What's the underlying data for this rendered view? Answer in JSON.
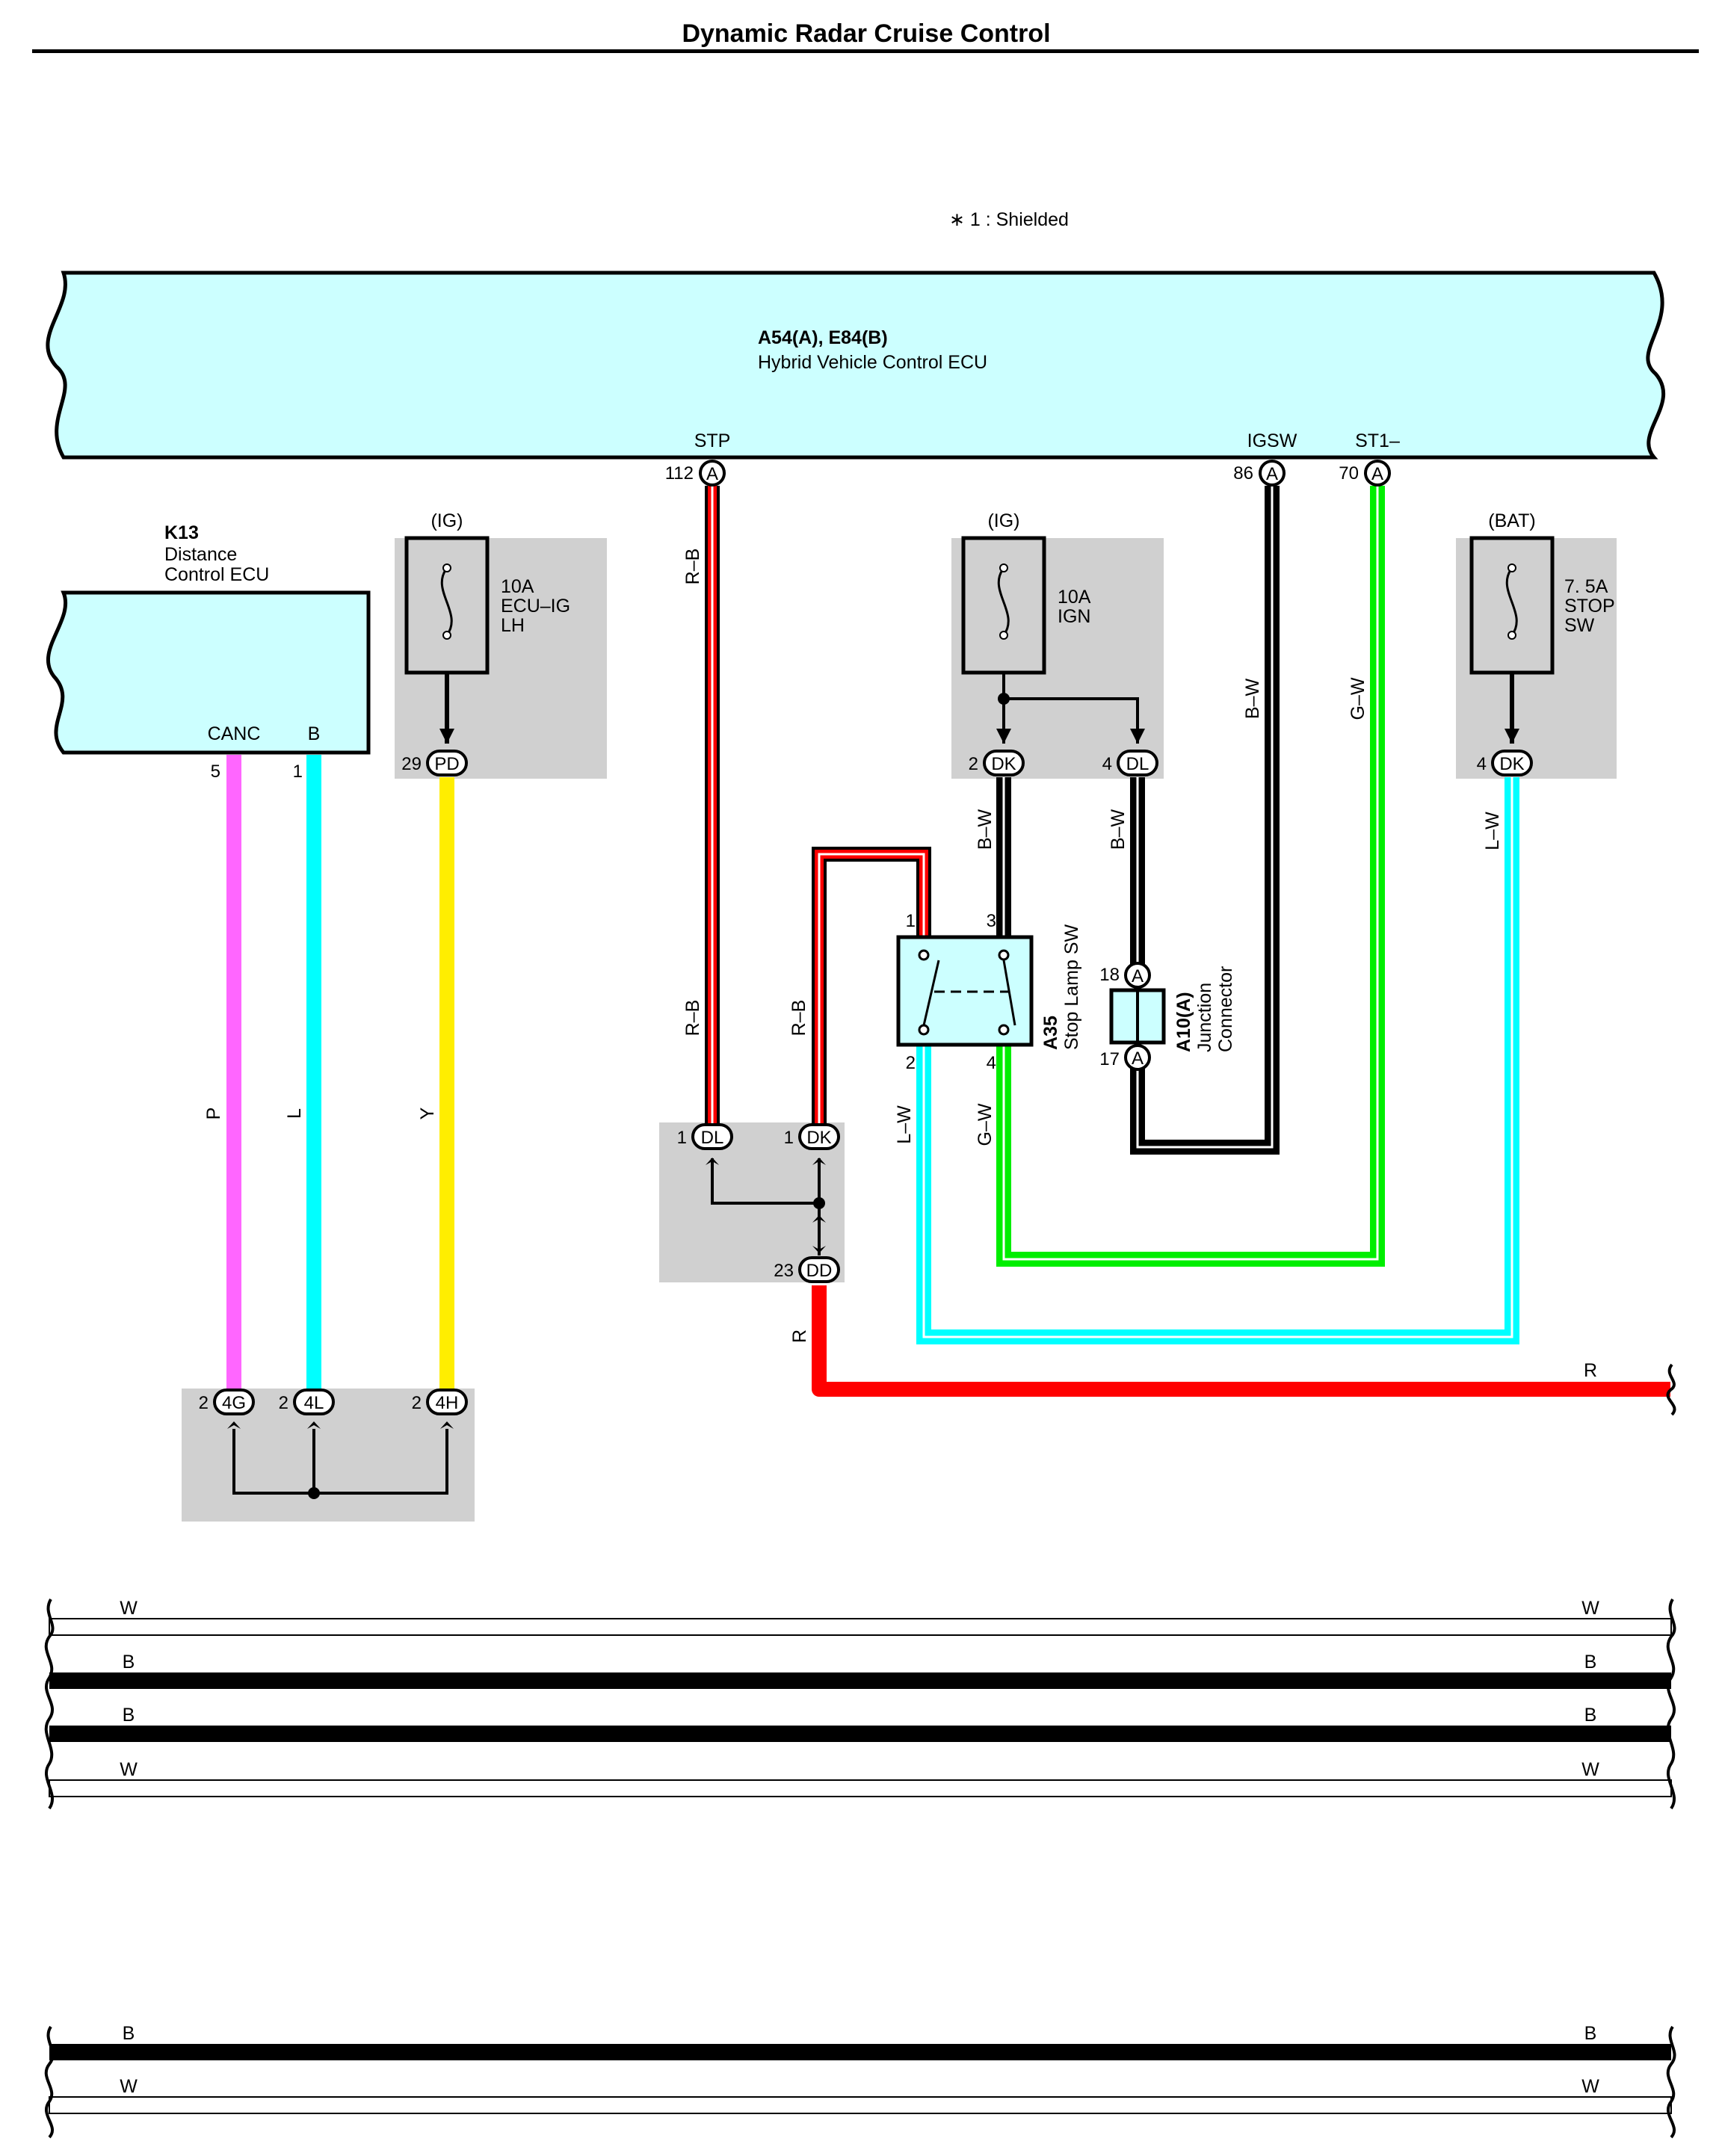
{
  "title": "Dynamic Radar Cruise Control",
  "note": "∗ 1 : Shielded",
  "hv_ecu": {
    "code": "A54(A), E84(B)",
    "name": "Hybrid Vehicle Control ECU",
    "pins": {
      "stp": "STP",
      "igsw": "IGSW",
      "st1": "ST1–"
    },
    "pin_nums": {
      "stp": "112",
      "igsw": "86",
      "st1": "70"
    },
    "conn": "A"
  },
  "distance_ecu": {
    "code": "K13",
    "name_line1": "Distance",
    "name_line2": "Control ECU",
    "pin_canc": "CANC",
    "pin_b": "B",
    "pin_canc_num": "5",
    "pin_b_num": "1"
  },
  "fuse_ecu_ig": {
    "source": "(IG)",
    "l1": "10A",
    "l2": "ECU–IG",
    "l3": "LH",
    "pin": "29",
    "conn": "PD"
  },
  "fuse_ign": {
    "source": "(IG)",
    "l1": "10A",
    "l2": "IGN",
    "pin_a": "2",
    "conn_a": "DK",
    "pin_b": "4",
    "conn_b": "DL"
  },
  "fuse_stop": {
    "source": "(BAT)",
    "l1": "7. 5A",
    "l2": "STOP",
    "l3": "SW",
    "pin": "4",
    "conn": "DK"
  },
  "stop_lamp_sw": {
    "code": "A35",
    "name": "Stop Lamp SW",
    "p1": "1",
    "p2": "2",
    "p3": "3",
    "p4": "4"
  },
  "junction": {
    "code": "A10(A)",
    "name_line1": "Junction",
    "name_line2": "Connector",
    "p18": "18",
    "p17": "17",
    "conn": "A"
  },
  "jb_mid": {
    "p_dl": "1",
    "c_dl": "DL",
    "p_dk": "1",
    "c_dk": "DK",
    "p_dd": "23",
    "c_dd": "DD"
  },
  "jb_bottom": {
    "p_4g": "2",
    "c_4g": "4G",
    "p_4l": "2",
    "c_4l": "4L",
    "p_4h": "2",
    "c_4h": "4H"
  },
  "wire_labels": {
    "rb": "R–B",
    "bw": "B–W",
    "gw": "G–W",
    "lw": "L–W",
    "p": "P",
    "l": "L",
    "y": "Y",
    "r": "R",
    "w": "W",
    "b": "B"
  },
  "colors": {
    "ecu_fill": "#ccffff",
    "box_gray": "#d0d0d0",
    "red": "#ff0000",
    "black": "#000000",
    "green": "#00ee00",
    "cyan": "#00ffff",
    "magenta": "#ff66ff",
    "yellow": "#ffee00",
    "white": "#ffffff"
  }
}
